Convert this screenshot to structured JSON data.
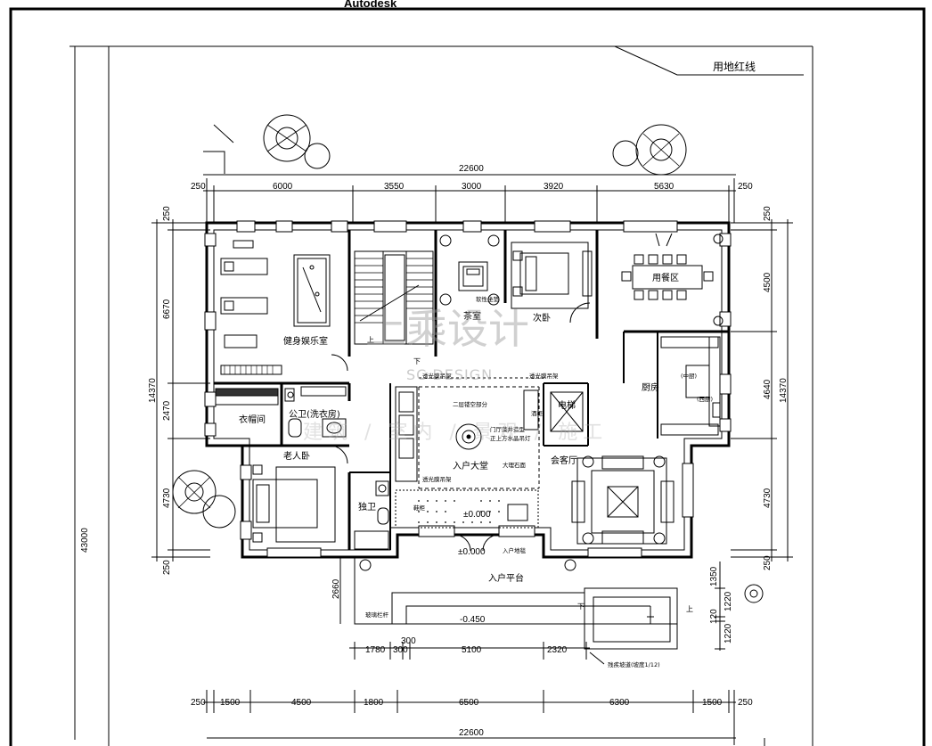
{
  "app": {
    "title": "Autodesk"
  },
  "annotations": {
    "site_line": "用地红线"
  },
  "dimensions": {
    "top_total": "22600",
    "top_segments": [
      "250",
      "6000",
      "3550",
      "3000",
      "3920",
      "5630",
      "250"
    ],
    "bottom_segments": [
      "250",
      "1500",
      "4500",
      "1800",
      "6500",
      "6300",
      "1500",
      "250"
    ],
    "bottom_total": "22600",
    "entry_segments": [
      "1780",
      "300",
      "300",
      "5100",
      "2320"
    ],
    "left_total": "43000",
    "left_segments": [
      "250",
      "6670",
      "14370",
      "2470",
      "4730",
      "250"
    ],
    "right_segments": [
      "250",
      "4500",
      "4640",
      "14370",
      "4730",
      "250",
      "1350",
      "1220",
      "120",
      "1220"
    ],
    "side_2660": "2660"
  },
  "rooms": {
    "gym": "健身娱乐室",
    "tea": "茶室",
    "second_bedroom": "次卧",
    "dining": "用餐区",
    "kitchen": "厨房",
    "kitchen_mid": "(中厨)",
    "kitchen_west": "(西厨)",
    "closet": "衣帽间",
    "public_wc": "公卫(洗衣房)",
    "elder_bedroom": "老人卧",
    "private_wc": "独卫",
    "elevator": "电梯",
    "lobby": "入户大堂",
    "guest_hall": "会客厅",
    "entry_platform": "入户平台",
    "shoe_cabinet": "鞋柜"
  },
  "notes": {
    "tea_mat": "软性坐垫",
    "light_strip_1": "透光膜吊架",
    "light_strip_2": "透光膜吊架",
    "light_strip_3": "透光膜吊架",
    "second_floor_void": "二层镂空部分",
    "hall_note_1": "门厅藻井造型",
    "hall_note_2": "正上方水晶吊灯",
    "marble": "大理石面",
    "entry_rug": "入户地毯",
    "ramp": "残疾坡道(坡度1/12)",
    "glass_rail": "玻璃栏杆",
    "elev_0": "±0.000",
    "elev_0b": "±0.000",
    "elev_neg": "-0.450",
    "up_1": "上",
    "up_2": "上",
    "down_1": "下",
    "down_2": "下",
    "wine": "酒柜"
  },
  "watermark": {
    "brand": "上乘设计",
    "brand_en": "SC DESIGN",
    "services": "建筑 / 室内 / 景观 / 施工"
  },
  "colors": {
    "line": "#000000",
    "watermark": "#999999"
  }
}
